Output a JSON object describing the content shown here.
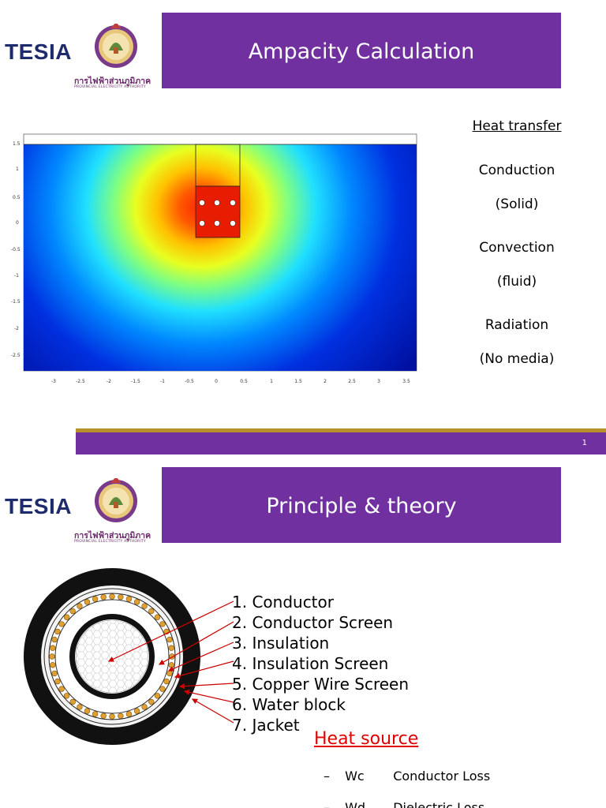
{
  "slide1": {
    "logo": {
      "text": "TESIA",
      "thai": "การไฟฟ้าส่วนภูมิภาค",
      "en": "PROVINCIAL ELECTRICITY AUTHORITY"
    },
    "title": "Ampacity Calculation",
    "sim": {
      "y_ticks": [
        "1.5",
        "1",
        "0.5",
        "0",
        "-0.5",
        "-1",
        "-1.5",
        "-2",
        "-2.5"
      ],
      "x_ticks": [
        "-3",
        "-2.5",
        "-2",
        "-1.5",
        "-1",
        "-0.5",
        "0",
        "0.5",
        "1",
        "1.5",
        "2",
        "2.5",
        "3",
        "3.5"
      ]
    },
    "heat_transfer": {
      "header": "Heat transfer",
      "items": [
        "Conduction",
        "(Solid)",
        "Convection",
        "(fluid)",
        "Radiation",
        "(No media)"
      ]
    },
    "page_number": "1"
  },
  "slide2": {
    "logo": {
      "text": "TESIA",
      "thai": "การไฟฟ้าส่วนภูมิภาค",
      "en": "PROVINCIAL ELECTRICITY AUTHORITY"
    },
    "title": "Principle & theory",
    "layers": [
      "1. Conductor",
      "2. Conductor Screen",
      "3. Insulation",
      "4. Insulation Screen",
      "5. Copper Wire Screen",
      "6. Water block",
      "7. Jacket"
    ],
    "heat_source": {
      "header": "Heat source",
      "items": [
        {
          "dash": "–",
          "sym": "Wc",
          "label": "Conductor Loss"
        },
        {
          "dash": "–",
          "sym": "Wd",
          "label": "Dielectric Loss"
        }
      ]
    },
    "colors": {
      "arrow": "#cc0000",
      "heat_source": "#e00000",
      "title_bar": "#7030a0"
    }
  }
}
